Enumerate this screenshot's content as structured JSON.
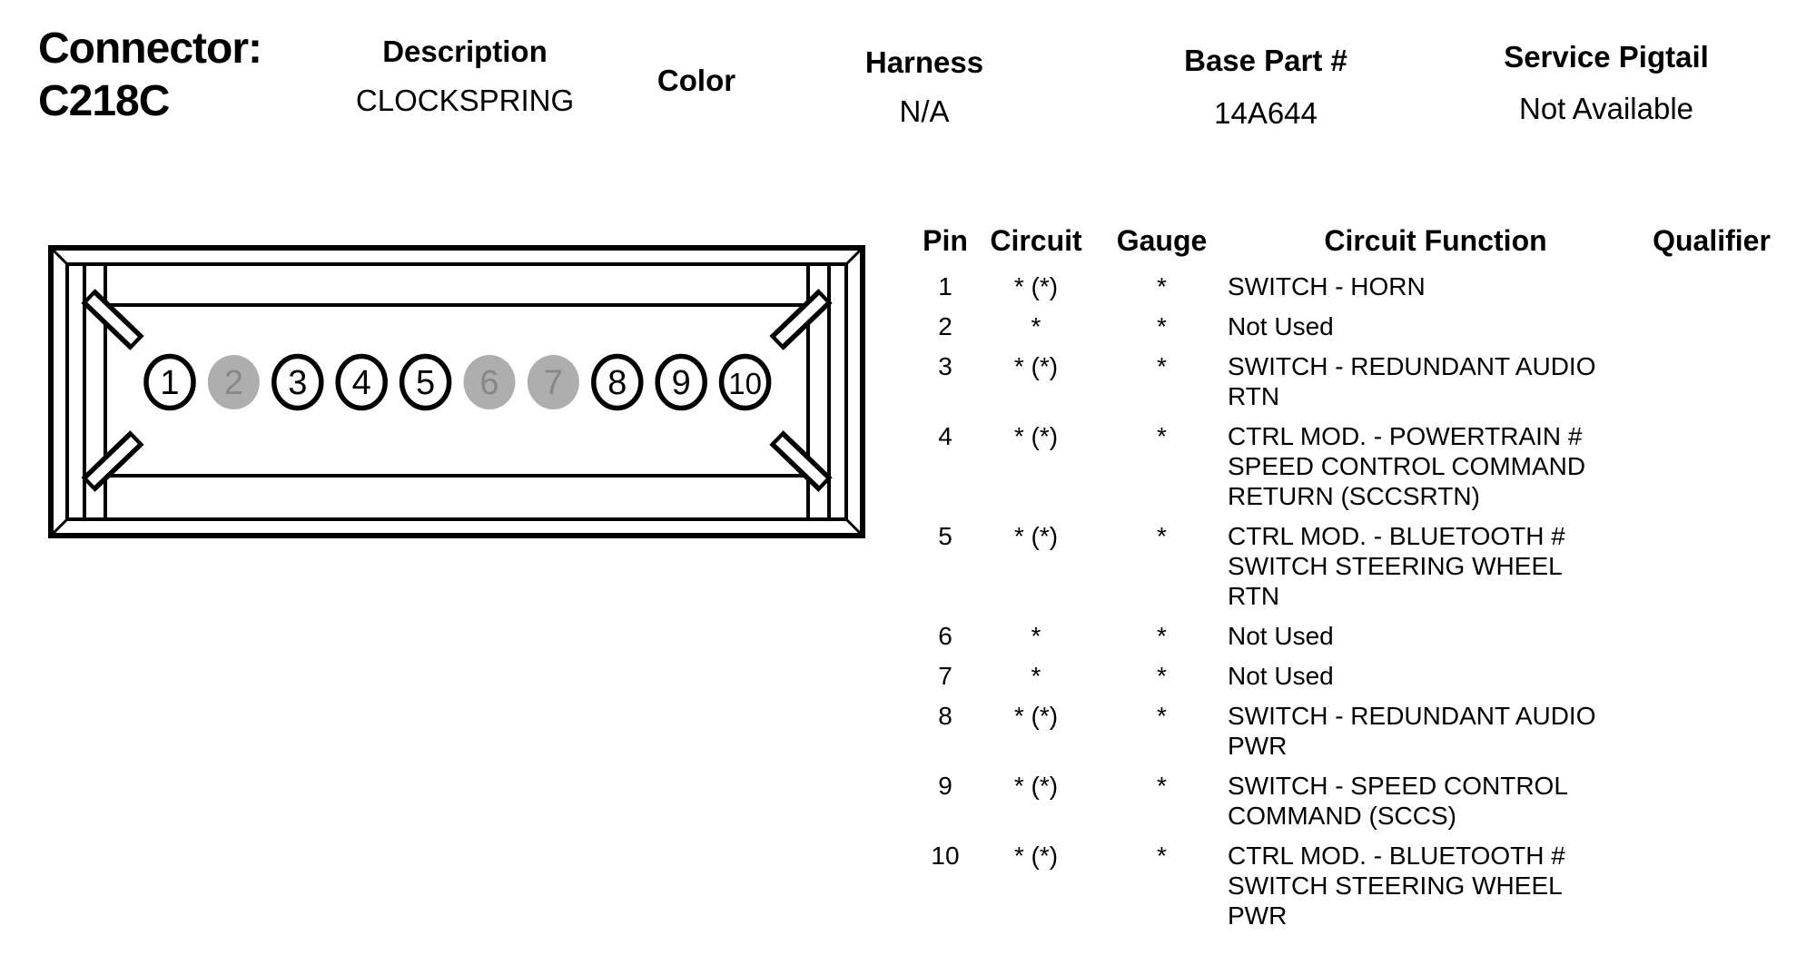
{
  "header": {
    "connector_label": "Connector:",
    "connector_id": "C218C",
    "fields": [
      {
        "label": "Description",
        "value": "CLOCKSPRING"
      },
      {
        "label": "Color",
        "value": ""
      },
      {
        "label": "Harness",
        "value": "N/A"
      },
      {
        "label": "Base Part #",
        "value": "14A644"
      },
      {
        "label": "Service Pigtail",
        "value": "Not Available"
      }
    ]
  },
  "diagram": {
    "description": "10-pin clockspring connector face view, single row of pins",
    "pins": [
      {
        "number": "1",
        "not_used": false
      },
      {
        "number": "2",
        "not_used": true
      },
      {
        "number": "3",
        "not_used": false
      },
      {
        "number": "4",
        "not_used": false
      },
      {
        "number": "5",
        "not_used": false
      },
      {
        "number": "6",
        "not_used": true
      },
      {
        "number": "7",
        "not_used": true
      },
      {
        "number": "8",
        "not_used": false
      },
      {
        "number": "9",
        "not_used": false
      },
      {
        "number": "10",
        "not_used": false
      }
    ],
    "colors": {
      "outline": "#000000",
      "unused_pin_fill": "#aeaeae",
      "unused_pin_number": "#878787"
    }
  },
  "pin_table": {
    "headers": {
      "pin": "Pin",
      "circuit": "Circuit",
      "gauge": "Gauge",
      "function": "Circuit Function",
      "qualifier": "Qualifier"
    },
    "rows": [
      {
        "pin": "1",
        "circuit": "* (*)",
        "gauge": "*",
        "function_lines": [
          "SWITCH - HORN"
        ],
        "qualifier": ""
      },
      {
        "pin": "2",
        "circuit": "*",
        "gauge": "*",
        "function_lines": [
          "Not Used"
        ],
        "qualifier": ""
      },
      {
        "pin": "3",
        "circuit": "* (*)",
        "gauge": "*",
        "function_lines": [
          "SWITCH - REDUNDANT AUDIO",
          "RTN"
        ],
        "qualifier": ""
      },
      {
        "pin": "4",
        "circuit": "* (*)",
        "gauge": "*",
        "function_lines": [
          "CTRL MOD. - POWERTRAIN #",
          "SPEED CONTROL COMMAND",
          "RETURN (SCCSRTN)"
        ],
        "qualifier": ""
      },
      {
        "pin": "5",
        "circuit": "* (*)",
        "gauge": "*",
        "function_lines": [
          "CTRL MOD. - BLUETOOTH #",
          "SWITCH STEERING WHEEL",
          "RTN"
        ],
        "qualifier": ""
      },
      {
        "pin": "6",
        "circuit": "*",
        "gauge": "*",
        "function_lines": [
          "Not Used"
        ],
        "qualifier": ""
      },
      {
        "pin": "7",
        "circuit": "*",
        "gauge": "*",
        "function_lines": [
          "Not Used"
        ],
        "qualifier": ""
      },
      {
        "pin": "8",
        "circuit": "* (*)",
        "gauge": "*",
        "function_lines": [
          "SWITCH - REDUNDANT AUDIO",
          "PWR"
        ],
        "qualifier": ""
      },
      {
        "pin": "9",
        "circuit": "* (*)",
        "gauge": "*",
        "function_lines": [
          "SWITCH - SPEED CONTROL",
          "COMMAND (SCCS)"
        ],
        "qualifier": ""
      },
      {
        "pin": "10",
        "circuit": "* (*)",
        "gauge": "*",
        "function_lines": [
          "CTRL MOD. - BLUETOOTH #",
          "SWITCH STEERING WHEEL",
          "PWR"
        ],
        "qualifier": ""
      }
    ]
  }
}
